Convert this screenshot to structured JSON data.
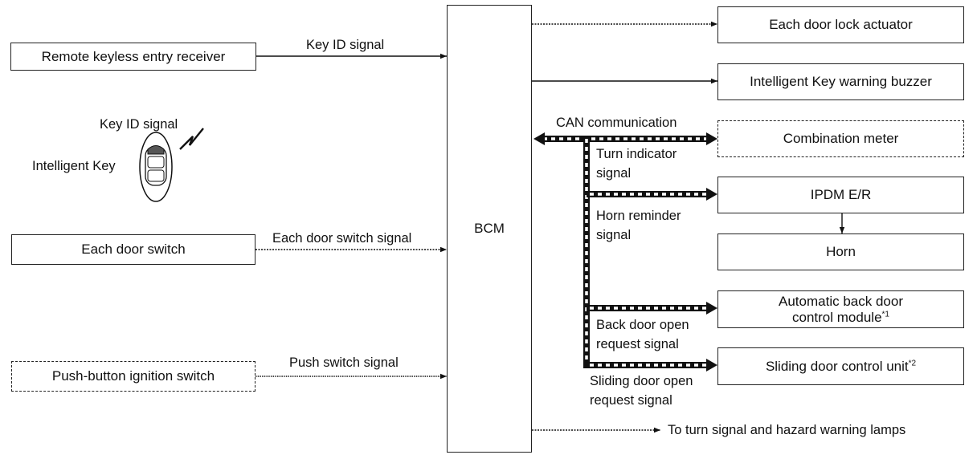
{
  "bcm": {
    "label": "BCM"
  },
  "inputs": {
    "remote_keyless": "Remote keyless entry receiver",
    "intelligent_key": "Intelligent Key",
    "door_switch": "Each door switch",
    "push_button": "Push-button ignition switch"
  },
  "outputs": {
    "door_lock": "Each door lock actuator",
    "buzzer": "Intelligent Key warning buzzer",
    "combination_meter": "Combination meter",
    "ipdm": "IPDM E/R",
    "horn": "Horn",
    "back_door_line1": "Automatic back door",
    "back_door_line2": "control module",
    "back_door_note": "*1",
    "sliding_door": "Sliding door control unit",
    "sliding_door_note": "*2",
    "turn_lamps": "To turn signal and hazard warning lamps"
  },
  "signals": {
    "key_id_remote": "Key ID signal",
    "key_id_intelligent": "Key ID signal",
    "door_switch": "Each door switch signal",
    "push_switch": "Push switch signal",
    "can": "CAN communication",
    "turn_indicator_1": "Turn indicator",
    "turn_indicator_2": "signal",
    "horn_reminder_1": "Horn reminder",
    "horn_reminder_2": "signal",
    "back_door_open_1": "Back door open",
    "back_door_open_2": "request signal",
    "sliding_door_open_1": "Sliding door open",
    "sliding_door_open_2": "request signal"
  }
}
